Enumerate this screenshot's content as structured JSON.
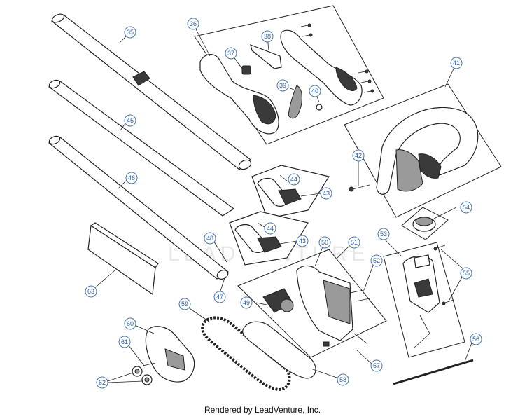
{
  "footer": "Rendered by LeadVenture, Inc.",
  "watermark": "LEADVENTURE",
  "colors": {
    "callout_stroke": "#4a78b0",
    "callout_text": "#2f5f9e",
    "line": "#222222"
  },
  "callouts": [
    "35",
    "36",
    "37",
    "38",
    "39",
    "40",
    "41",
    "42",
    "43",
    "43",
    "44",
    "44",
    "45",
    "46",
    "47",
    "48",
    "49",
    "50",
    "51",
    "52",
    "53",
    "54",
    "55",
    "56",
    "57",
    "58",
    "59",
    "60",
    "61",
    "62",
    "63"
  ]
}
